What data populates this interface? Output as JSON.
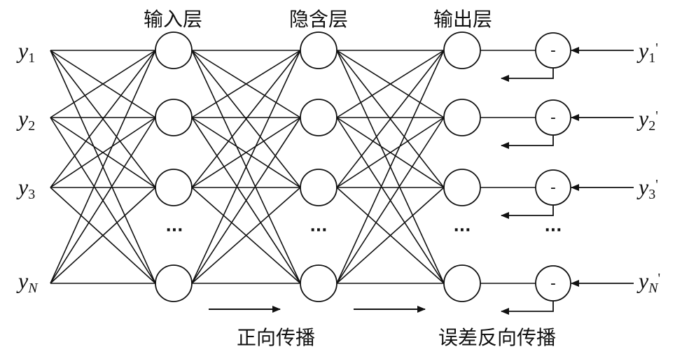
{
  "titles": {
    "input_layer": "输入层",
    "hidden_layer": "隐含层",
    "output_layer": "输出层"
  },
  "inputs": [
    {
      "symbol": "y",
      "sub": "1"
    },
    {
      "symbol": "y",
      "sub": "2"
    },
    {
      "symbol": "y",
      "sub": "3"
    },
    {
      "symbol": "y",
      "sub": "N"
    }
  ],
  "targets": [
    {
      "symbol": "y",
      "sub": "1",
      "prime": "'"
    },
    {
      "symbol": "y",
      "sub": "2",
      "prime": "'"
    },
    {
      "symbol": "y",
      "sub": "3",
      "prime": "'"
    },
    {
      "symbol": "y",
      "sub": "N",
      "prime": "'"
    }
  ],
  "ellipsis": "···",
  "comparator_symbol": "-",
  "captions": {
    "forward": "正向传播",
    "backward": "误差反向传播"
  },
  "colors": {
    "line": "#111111",
    "background": "#ffffff"
  }
}
